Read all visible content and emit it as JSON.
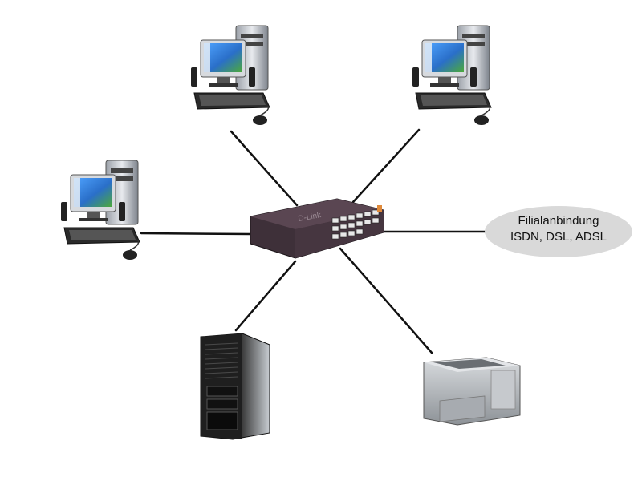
{
  "diagram": {
    "nodes": [
      {
        "id": "pc-top-left",
        "kind": "desktop-pc"
      },
      {
        "id": "pc-top-right",
        "kind": "desktop-pc"
      },
      {
        "id": "pc-left",
        "kind": "desktop-pc"
      },
      {
        "id": "switch",
        "kind": "network-switch",
        "brand_text": "D-Link"
      },
      {
        "id": "server",
        "kind": "tower-server"
      },
      {
        "id": "printer",
        "kind": "laser-printer"
      },
      {
        "id": "branch",
        "kind": "cloud-label"
      }
    ],
    "links": [
      [
        "switch",
        "pc-top-left"
      ],
      [
        "switch",
        "pc-top-right"
      ],
      [
        "switch",
        "pc-left"
      ],
      [
        "switch",
        "server"
      ],
      [
        "switch",
        "printer"
      ],
      [
        "switch",
        "branch"
      ]
    ]
  },
  "branch_label": {
    "line1": "Filialanbindung",
    "line2": "ISDN, DSL, ADSL"
  },
  "colors": {
    "line": "#111111",
    "cloud": "#d9d9d9",
    "switch_body": "#4a3a44",
    "port_led": "#e08a3a",
    "screen": "#2f7fd6",
    "pc_case": "#c9ccd2",
    "printer_body": "#b9bcc0",
    "server_body": "#9aa0a6"
  }
}
